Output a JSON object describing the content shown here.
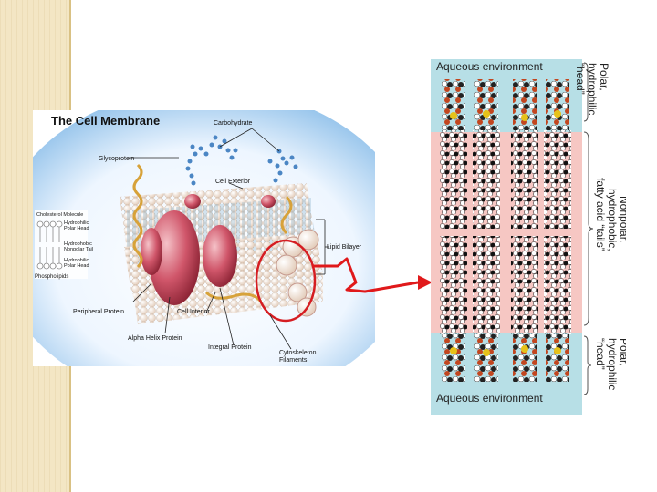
{
  "slide": {
    "accent_color": "#f3e6c4"
  },
  "cell_membrane": {
    "title": "The Cell Membrane",
    "labels": {
      "carbohydrate": "Carbohydrate",
      "glycoprotein": "Glycoprotein",
      "cell_exterior": "Cell Exterior",
      "cholesterol": "Cholesterol Molecule",
      "hydrophilic_head_1": "Hydrophilic",
      "polar_head": "Polar Head",
      "hydrophobic": "Hydrophobic",
      "nonpolar_tail": "Nonpolar Tail",
      "hydrophilic_head_2": "Hydrophilic",
      "polar_head_2": "Polar Head",
      "phospholipids": "Phospholipids",
      "lipid_bilayer": "Lipid Bilayer",
      "peripheral_protein": "Peripheral Protein",
      "cell_interior": "Cell Interior",
      "alpha_helix": "Alpha Helix Protein",
      "integral_protein": "Integral Protein",
      "cytoskeleton_1": "Cytoskeleton",
      "cytoskeleton_2": "Filaments"
    }
  },
  "bilayer_detail": {
    "top_label": "Aqueous environment",
    "bottom_label": "Aqueous environment",
    "head_top": [
      "Polar,",
      "hydrophilic",
      "“head”"
    ],
    "tails": [
      "Nonpolar,",
      "hydrophobic,",
      "fatty acid “tails”"
    ],
    "head_bottom": [
      "Polar,",
      "hydrophilic",
      "“head”"
    ]
  },
  "colors": {
    "connector": "#e0191b",
    "bilayer_band": "#f6c7c3",
    "aqueous": "#b7dfe6"
  }
}
